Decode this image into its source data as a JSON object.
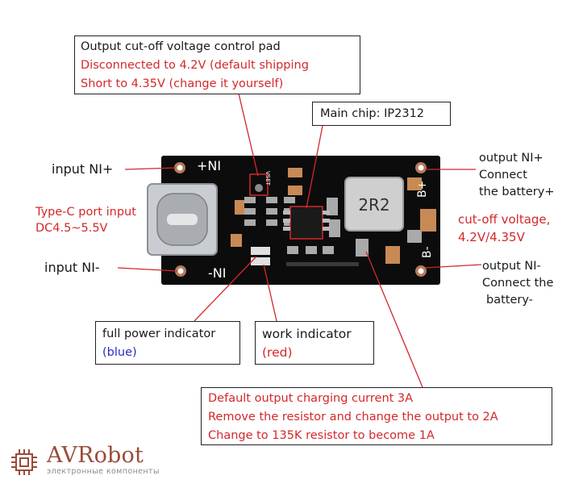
{
  "top_box": {
    "line1": "Output cut-off voltage control pad",
    "line2": "Disconnected to 4.2V (default shipping",
    "line3": "Short to 4.35V (change it yourself)"
  },
  "chip_box": {
    "text": "Main chip: IP2312"
  },
  "left_labels": {
    "input_pos": "input NI+",
    "typec_line1": "Type-C port input",
    "typec_line2": "DC4.5~5.5V",
    "input_neg": "input NI-"
  },
  "right_labels": {
    "out_pos_1": "output NI+",
    "out_pos_2": "Connect",
    "out_pos_3": "the battery+",
    "cutoff_1": "cut-off voltage,",
    "cutoff_2": "4.2V/4.35V",
    "out_neg_1": "output NI-",
    "out_neg_2": "Connect the",
    "out_neg_3": "battery-"
  },
  "full_box": {
    "line1": "full power indicator",
    "line2": "(blue)"
  },
  "work_box": {
    "line1": "work indicator",
    "line2": "(red)"
  },
  "bottom_box": {
    "line1": "Default output charging current 3A",
    "line2": "Remove the resistor and change the output to 2A",
    "line3": "Change to 135K resistor to become 1A"
  },
  "board": {
    "plus_in": "+NI",
    "minus_in": "-NI",
    "b_plus": "B+",
    "b_minus": "B-",
    "inductor": "2R2",
    "vset": "VSET"
  },
  "logo": {
    "name": "AVRobot",
    "tagline": "электронные компоненты"
  },
  "colors": {
    "accent_red": "#d3282b",
    "blue": "#2b2bc8",
    "board": "#0c0c0c",
    "logo": "#9a4b3a"
  }
}
